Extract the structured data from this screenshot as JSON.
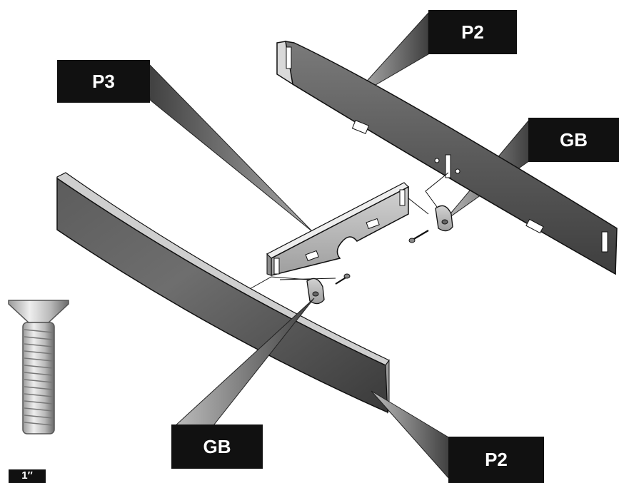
{
  "labels": {
    "p2_top": "P2",
    "p3": "P3",
    "gb_right": "GB",
    "gb_left": "GB",
    "p2_bottom": "P2",
    "screw_size": "1″"
  },
  "colors": {
    "label_bg": "#111111",
    "label_text": "#ffffff",
    "panel_dark": "#4d4d4d",
    "panel_mid": "#6b6b6b",
    "panel_light": "#c4c4c4",
    "callout_light": "#a9a9a9",
    "callout_dark": "#3a3a3a"
  },
  "icons": [
    "screw-icon"
  ]
}
